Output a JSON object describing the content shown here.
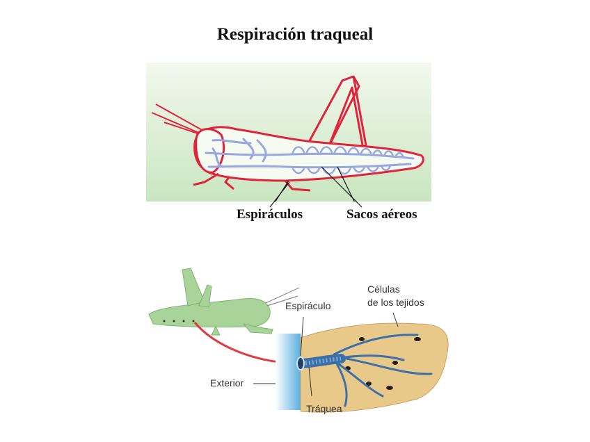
{
  "title": "Respiración traqueal",
  "figure1": {
    "labels": {
      "spiracles": "Espiráculos",
      "air_sacs": "Sacos aéreos"
    },
    "colors": {
      "background_top": "#eef5e6",
      "background_bottom": "#cde8c4",
      "outline": "#e0233a",
      "tracheae": "#aab4e6"
    }
  },
  "figure2": {
    "labels": {
      "cells_line1": "Células",
      "cells_line2": "de los tejidos",
      "spiracle": "Espiráculo",
      "exterior": "Exterior",
      "trachea": "Tráquea"
    },
    "colors": {
      "grasshopper": "#a8d49a",
      "arrow": "#e03a3e",
      "exterior": "#5aaee0",
      "tissue": "#e8c98a",
      "trachea": "#3d6fa8"
    }
  }
}
